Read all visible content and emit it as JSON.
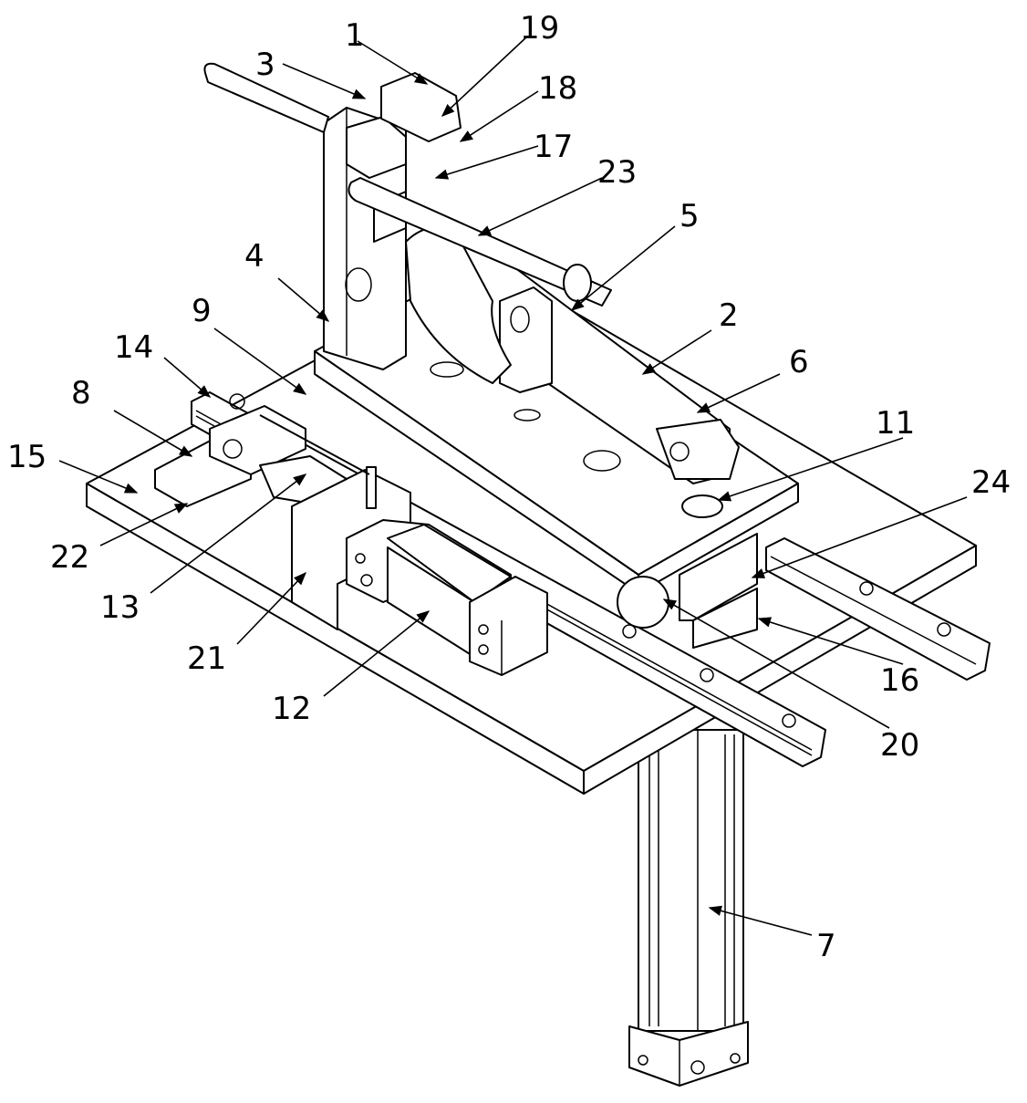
{
  "figure": {
    "labels": {
      "l1": "1",
      "l2": "2",
      "l3": "3",
      "l4": "4",
      "l5": "5",
      "l6": "6",
      "l7": "7",
      "l8": "8",
      "l9": "9",
      "l11": "11",
      "l12": "12",
      "l13": "13",
      "l14": "14",
      "l15": "15",
      "l16": "16",
      "l17": "17",
      "l18": "18",
      "l19": "19",
      "l20": "20",
      "l21": "21",
      "l22": "22",
      "l23": "23",
      "l24": "24"
    }
  }
}
